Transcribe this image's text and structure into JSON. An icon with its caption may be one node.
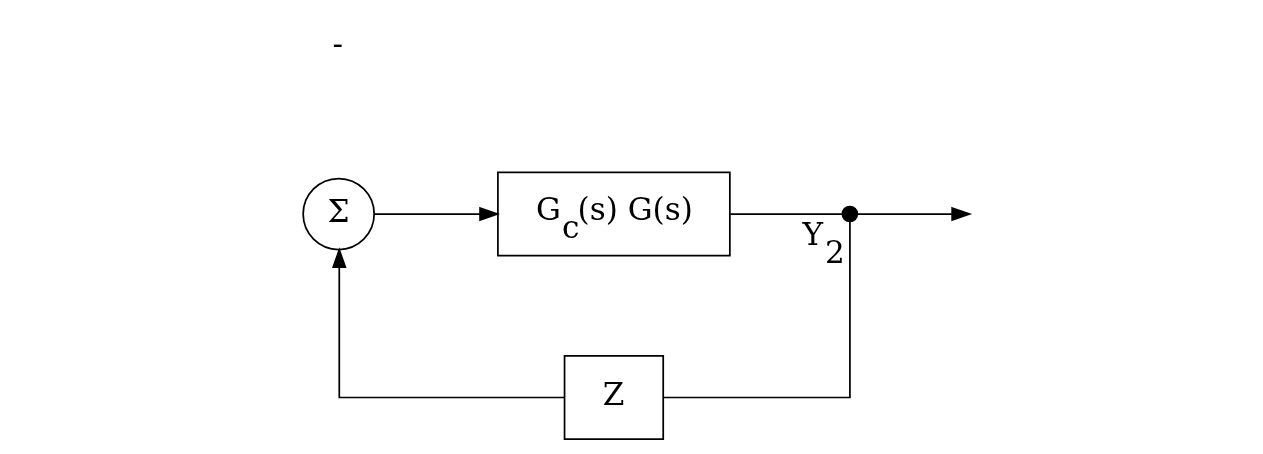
{
  "diagram": {
    "nodes": [
      {
        "text": [
          "Σ"
        ]
      },
      {
        "text": [
          "G$_{c}$(s) G(s)"
        ]
      },
      {
        "text": [],
        "shape": "dot",
        "beside": [
          "Y$_{2}$"
        ]
      },
      {
        "text": [
          "Z"
        ]
      }
    ],
    "edges": [
      {
        "from": 0,
        "to": 1,
        "arrow": "to"
      },
      {
        "from": 1,
        "to": 2,
        "arrow": "none"
      },
      {
        "from": 2,
        "to": null,
        "arrow": "to"
      },
      {
        "from": 2,
        "to": 3,
        "arrow": "none"
      },
      {
        "from": 3,
        "to": 0,
        "arrow": "to"
      }
    ],
    "labels": [
      "-"
    ]
  }
}
